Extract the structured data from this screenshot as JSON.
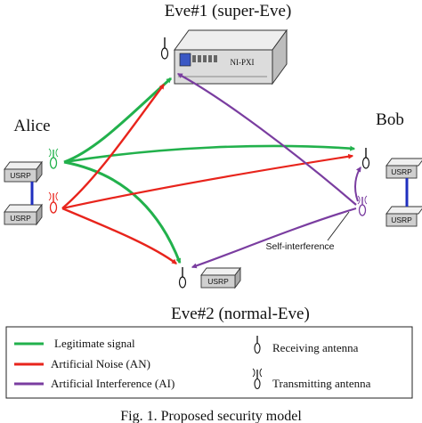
{
  "nodes": {
    "eve1": "Eve#1 (super-Eve)",
    "eve2": "Eve#2 (normal-Eve)",
    "alice": "Alice",
    "bob": "Bob",
    "instrument": "NI-PXI",
    "usrp": "USRP"
  },
  "annotation": "Self-interference",
  "legend": {
    "lines": [
      {
        "label": "Legitimate signal",
        "color": "#22b14c"
      },
      {
        "label": "Artificial Noise (AN)",
        "color": "#e8241c"
      },
      {
        "label": "Artificial Interference (AI)",
        "color": "#7a3da0"
      }
    ],
    "icons": [
      {
        "label": "Receiving antenna",
        "icon": "receiving-antenna-icon"
      },
      {
        "label": "Transmitting antenna",
        "icon": "transmitting-antenna-icon"
      }
    ]
  },
  "caption": "Fig. 1.  Proposed security model"
}
